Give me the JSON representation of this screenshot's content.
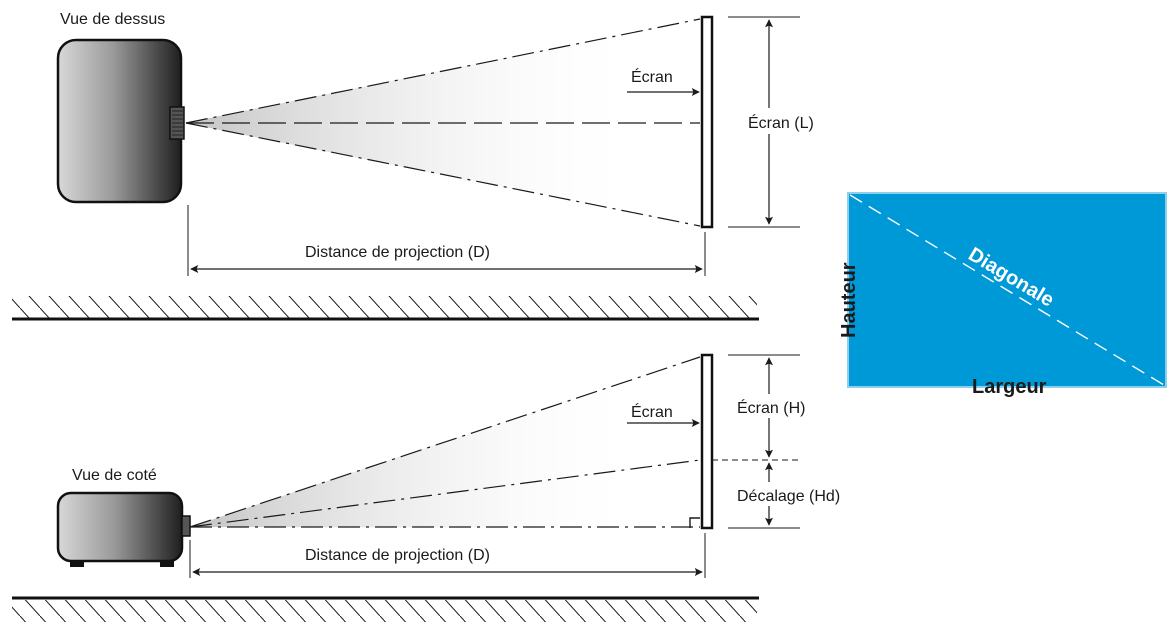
{
  "top_view": {
    "title": "Vue de dessus",
    "screen_label": "Écran",
    "screen_dim_label": "Écran (L)",
    "distance_label": "Distance de projection (D)"
  },
  "side_view": {
    "title": "Vue de coté",
    "screen_label": "Écran",
    "screen_dim_label": "Écran (H)",
    "offset_label": "Décalage (Hd)",
    "distance_label": "Distance de projection (D)"
  },
  "screen_box": {
    "height_label": "Hauteur",
    "width_label": "Largeur",
    "diagonal_label": "Diagonale",
    "fill_color": "#0099d8"
  }
}
